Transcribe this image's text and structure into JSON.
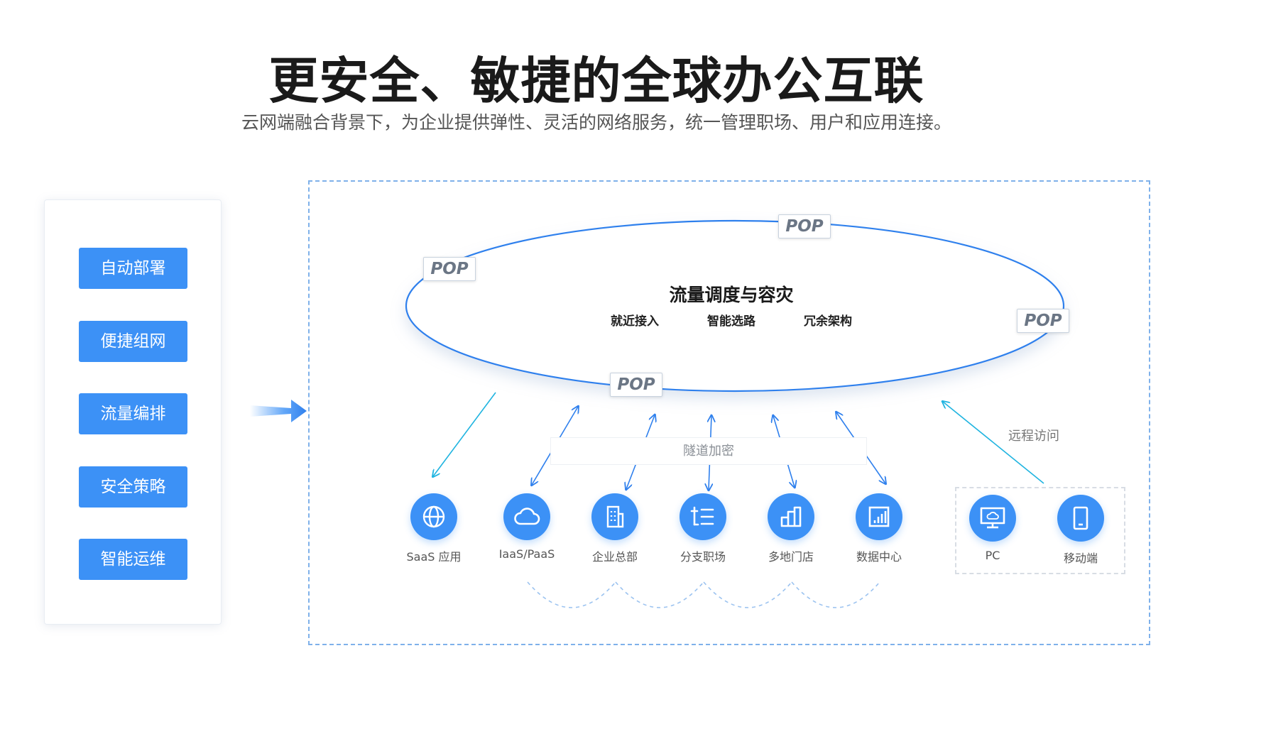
{
  "header": {
    "title": "更安全、敏捷的全球办公互联",
    "subtitle": "云网端融合背景下，为企业提供弹性、灵活的网络服务，统一管理职场、用户和应用连接。"
  },
  "sidebar": {
    "items": [
      {
        "label": "自动部署"
      },
      {
        "label": "便捷组网"
      },
      {
        "label": "流量编排"
      },
      {
        "label": "安全策略"
      },
      {
        "label": "智能运维"
      }
    ]
  },
  "ring": {
    "title": "流量调度与容灾",
    "features": [
      "就近接入",
      "智能选路",
      "冗余架构"
    ],
    "pops": [
      "POP",
      "POP",
      "POP",
      "POP"
    ]
  },
  "tunnel_label": "隧道加密",
  "remote_label": "远程访问",
  "nodes": [
    {
      "label": "SaaS 应用",
      "icon": "globe-icon"
    },
    {
      "label": "IaaS/PaaS",
      "icon": "cloud-icon"
    },
    {
      "label": "企业总部",
      "icon": "building-icon"
    },
    {
      "label": "分支职场",
      "icon": "branch-icon"
    },
    {
      "label": "多地门店",
      "icon": "store-chart-icon"
    },
    {
      "label": "数据中心",
      "icon": "datacenter-icon"
    }
  ],
  "devices": [
    {
      "label": "PC",
      "icon": "monitor-icon"
    },
    {
      "label": "移动端",
      "icon": "mobile-icon"
    }
  ],
  "colors": {
    "accent": "#3c91f6",
    "ring": "#2f80ed",
    "connector": "#20b4e0"
  }
}
